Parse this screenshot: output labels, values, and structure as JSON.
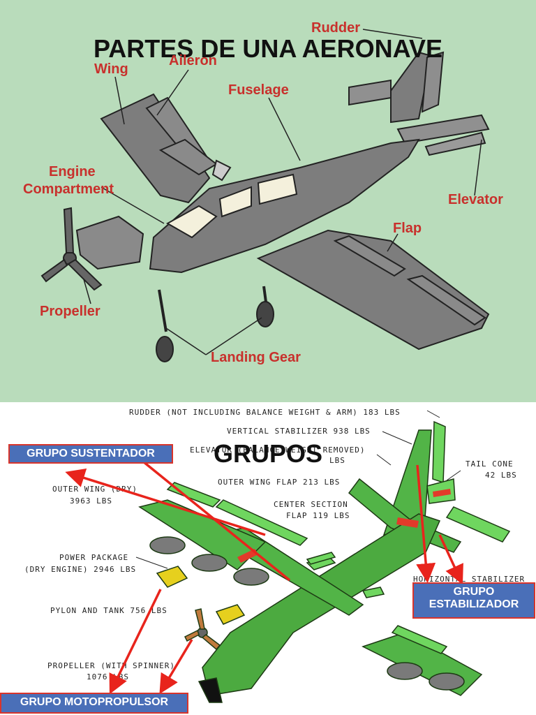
{
  "top": {
    "title": "PARTES DE UNA AERONAVE",
    "labels": {
      "rudder": "Rudder",
      "wing": "Wing",
      "aileron": "Aileron",
      "fuselage": "Fuselage",
      "engine_line1": "Engine",
      "engine_line2": "Compartment",
      "elevator": "Elevator",
      "flap": "Flap",
      "propeller": "Propeller",
      "landing_gear": "Landing Gear"
    }
  },
  "bottom": {
    "title": "GRUPOS",
    "specs": {
      "rudder": "RUDDER (NOT INCLUDING BALANCE WEIGHT & ARM) 183 LBS",
      "vertical_stabilizer": "VERTICAL STABILIZER 938 LBS",
      "elevator_line1": "ELEVATOR (BALANCE WEIGHT REMOVED)",
      "elevator_line2": "LBS",
      "tail_cone_line1": "TAIL CONE",
      "tail_cone_line2": "42 LBS",
      "outer_wing_line1": "OUTER WING (DRY)",
      "outer_wing_line2": "3963 LBS",
      "outer_wing_flap": "OUTER WING FLAP 213 LBS",
      "center_flap_line1": "CENTER SECTION",
      "center_flap_line2": "FLAP 119 LBS",
      "power_package_line1": "POWER PACKAGE",
      "power_package_line2": "(DRY ENGINE) 2946 LBS",
      "pylon": "PYLON AND TANK 756 LBS",
      "propeller_line1": "PROPELLER (WITH SPINNER)",
      "propeller_line2": "1076 LBS",
      "horizontal_stabilizer": "HORIZONTAL STABILIZER"
    },
    "groups": {
      "sustentador": "GRUPO SUSTENTADOR",
      "estabilizador_line1": "GRUPO",
      "estabilizador_line2": "ESTABILIZADOR",
      "motopropulsor": "GRUPO MOTOPROPULSOR"
    }
  },
  "colors": {
    "top_background": "#b9dcbb",
    "plane_gray": "#7d7d7d",
    "label_red": "#c8302c",
    "parts_green": "#5dc84a",
    "arrow_red": "#e8241c",
    "group_box_blue": "#4a6fb8"
  }
}
